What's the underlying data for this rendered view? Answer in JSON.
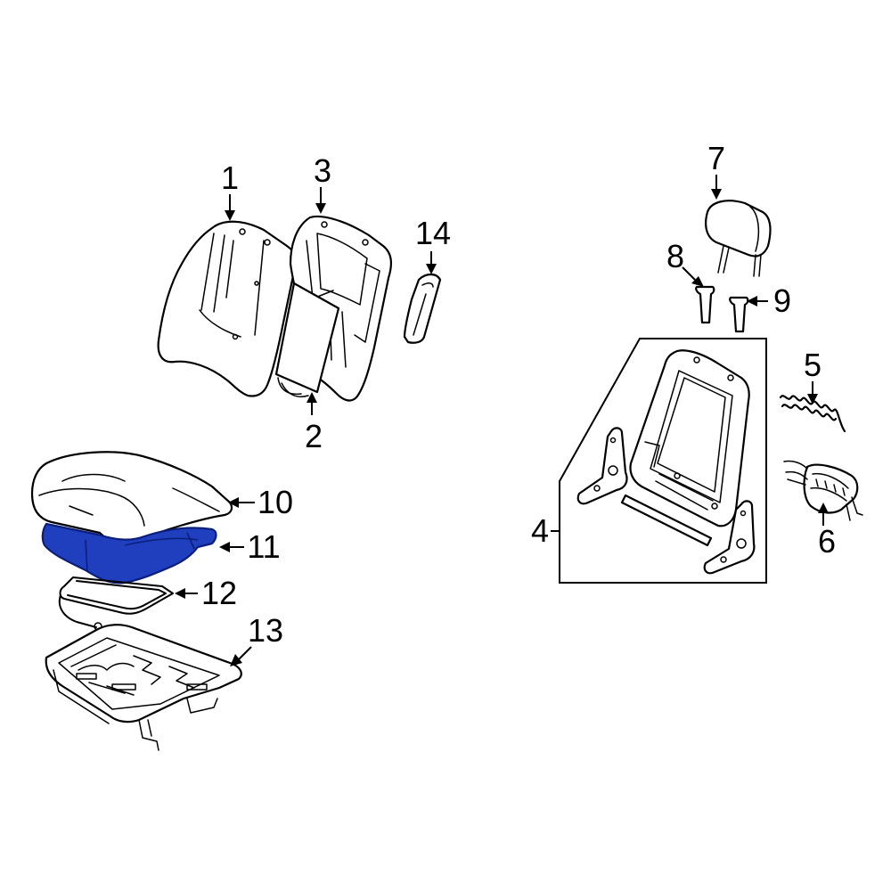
{
  "callouts": {
    "c1": "1",
    "c2": "2",
    "c3": "3",
    "c4": "4",
    "c5": "5",
    "c6": "6",
    "c7": "7",
    "c8": "8",
    "c9": "9",
    "c10": "10",
    "c11": "11",
    "c12": "12",
    "c13": "13",
    "c14": "14"
  },
  "highlighted_part": "11",
  "colors": {
    "highlight_fill": "#1f3fbf",
    "highlight_stroke": "#0a1e7a",
    "line": "#000000",
    "background": "#ffffff"
  }
}
